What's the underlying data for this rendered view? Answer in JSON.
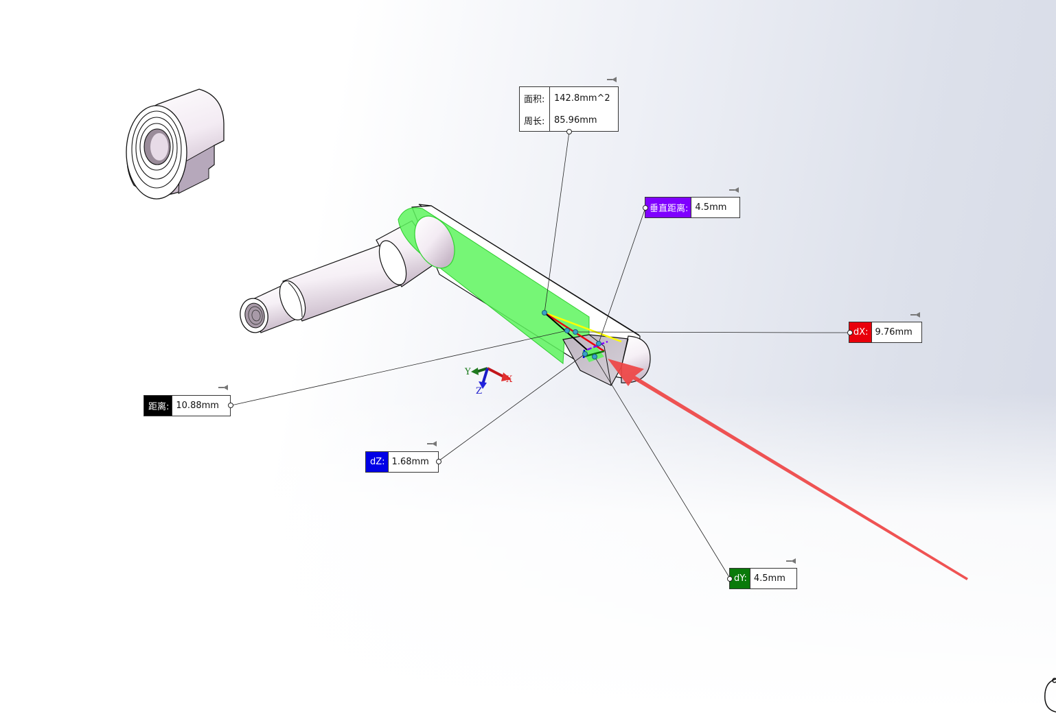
{
  "viewport": {
    "background_left": "#ffffff",
    "background_right": "#d6dae6",
    "highlight_color": "#5ef55e"
  },
  "callouts": {
    "area": {
      "area_label": "面积:",
      "area_value": "142.8mm^2",
      "perimeter_label": "周长:",
      "perimeter_value": "85.96mm"
    },
    "normal_distance": {
      "label": "垂直距离:",
      "value": "4.5mm",
      "color": "#7f00ff"
    },
    "dx": {
      "label": "dX:",
      "value": "9.76mm",
      "color": "#e8000b"
    },
    "distance": {
      "label": "距离:",
      "value": "10.88mm",
      "color": "#000000"
    },
    "dz": {
      "label": "dZ:",
      "value": "1.68mm",
      "color": "#0000e6"
    },
    "dy": {
      "label": "dY:",
      "value": "4.5mm",
      "color": "#0a7a0a"
    }
  },
  "triad": {
    "x_label": "X",
    "y_label": "Y",
    "z_label": "Z"
  },
  "icons": {
    "pin": "pin-icon",
    "arrow": "annotation-arrow"
  }
}
